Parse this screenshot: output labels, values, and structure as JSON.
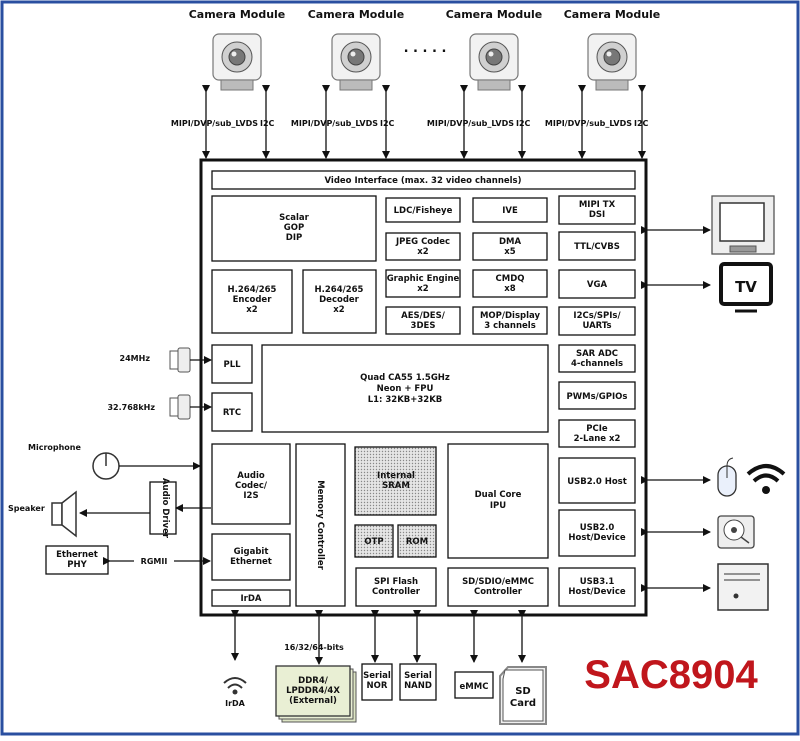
{
  "product_name": "SAC8904",
  "colors": {
    "border": "#2a4fa0",
    "brand": "#c0161c",
    "dram_fill": "#e9efd4",
    "sram_fill": "#d6d6d6"
  },
  "cameras": [
    {
      "title": "Camera Module",
      "bus": "MIPI/DVP/sub_LVDS",
      "ctrl": "I2C"
    },
    {
      "title": "Camera Module",
      "bus": "MIPI/DVP/sub_LVDS",
      "ctrl": "I2C"
    },
    {
      "title": "Camera Module",
      "bus": "MIPI/DVP/sub_LVDS",
      "ctrl": "I2C"
    },
    {
      "title": "Camera Module",
      "bus": "MIPI/DVP/sub_LVDS",
      "ctrl": "I2C"
    }
  ],
  "camera_ellipsis": ". . . . .",
  "video_interface": "Video Interface (max. 32 video channels)",
  "blocks": {
    "scalar": [
      "Scalar",
      "GOP",
      "DIP"
    ],
    "h26x_encoder": [
      "H.264/265",
      "Encoder",
      "x2"
    ],
    "h26x_decoder": [
      "H.264/265",
      "Decoder",
      "x2"
    ],
    "ldc": [
      "LDC/Fisheye"
    ],
    "jpeg": [
      "JPEG Codec",
      "x2"
    ],
    "graphic": [
      "Graphic Engine",
      "x2"
    ],
    "aes": [
      "AES/DES/",
      "3DES"
    ],
    "ive": [
      "IVE"
    ],
    "dma": [
      "DMA",
      "x5"
    ],
    "cmdq": [
      "CMDQ",
      "x8"
    ],
    "mop": [
      "MOP/Display",
      "3 channels"
    ],
    "mipi_tx": [
      "MIPI TX",
      "DSI"
    ],
    "ttl": [
      "TTL/CVBS"
    ],
    "vga": [
      "VGA"
    ],
    "i2c_spi": [
      "I2Cs/SPIs/",
      "UARTs"
    ],
    "pll": [
      "PLL"
    ],
    "rtc": [
      "RTC"
    ],
    "cpu": [
      "Quad CA55 1.5GHz",
      "Neon + FPU",
      "L1: 32KB+32KB"
    ],
    "sar_adc": [
      "SAR ADC",
      "4-channels"
    ],
    "pwm": [
      "PWMs/GPIOs"
    ],
    "pcie": [
      "PCIe",
      "2-Lane x2"
    ],
    "audio_codec": [
      "Audio",
      "Codec/",
      "I2S"
    ],
    "memory_controller": "Memory Controller",
    "internal_sram": [
      "Internal",
      "SRAM"
    ],
    "otp": [
      "OTP"
    ],
    "rom": [
      "ROM"
    ],
    "ipu": [
      "Dual Core",
      "IPU"
    ],
    "usb20_host": [
      "USB2.0 Host"
    ],
    "usb20_hd": [
      "USB2.0",
      "Host/Device"
    ],
    "usb31_hd": [
      "USB3.1",
      "Host/Device"
    ],
    "gbe": [
      "Gigabit",
      "Ethernet"
    ],
    "irda": [
      "IrDA"
    ],
    "spi_flash": [
      "SPI Flash",
      "Controller"
    ],
    "sd_ctrl": [
      "SD/SDIO/eMMC",
      "Controller"
    ]
  },
  "external": {
    "clk_24": "24MHz",
    "clk_32": "32.768kHz",
    "microphone": "Microphone",
    "speaker": "Speaker",
    "audio_driver": "Audio Driver",
    "eth_phy": [
      "Ethernet",
      "PHY"
    ],
    "rgmii": "RGMII",
    "irda_ext": "IrDA",
    "dram_bus": "16/32/64-bits",
    "dram": [
      "DDR4/",
      "LPDDR4/4X",
      "(External)"
    ],
    "serial_nor": [
      "Serial",
      "NOR"
    ],
    "serial_nand": [
      "Serial",
      "NAND"
    ],
    "emmc": [
      "eMMC"
    ],
    "sd_card": [
      "SD",
      "Card"
    ],
    "tv": "TV"
  }
}
